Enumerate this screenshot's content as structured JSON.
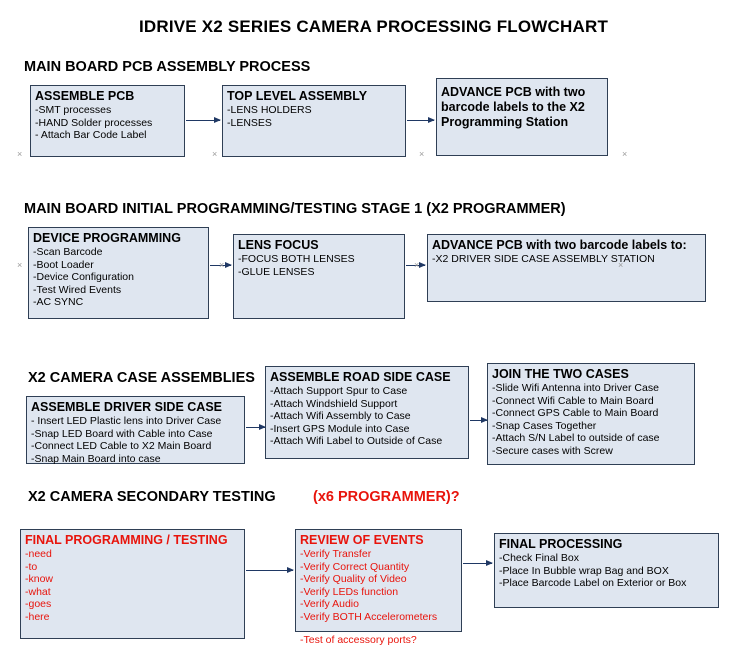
{
  "title": "IDRIVE X2  SERIES CAMERA PROCESSING FLOWCHART",
  "sections": [
    {
      "heading": "MAIN BOARD PCB ASSEMBLY PROCESS",
      "boxes": [
        {
          "title": "ASSEMBLE PCB",
          "items": [
            "-SMT processes",
            "-HAND Solder processes",
            "- Attach Bar Code Label"
          ]
        },
        {
          "title": "TOP LEVEL ASSEMBLY",
          "items": [
            "-LENS HOLDERS",
            "-LENSES"
          ]
        },
        {
          "title": "ADVANCE PCB with two barcode labels to the X2 Programming Station",
          "items": []
        }
      ]
    },
    {
      "heading": "MAIN BOARD INITIAL PROGRAMMING/TESTING STAGE 1 (X2 PROGRAMMER)",
      "boxes": [
        {
          "title": "DEVICE PROGRAMMING",
          "items": [
            "-Scan Barcode",
            "-Boot Loader",
            "-Device Configuration",
            "-Test Wired Events",
            "-AC SYNC"
          ]
        },
        {
          "title": "LENS FOCUS",
          "items": [
            "-FOCUS BOTH LENSES",
            "-GLUE LENSES"
          ]
        },
        {
          "title": "ADVANCE PCB with two barcode labels to:",
          "items": [
            "-X2 DRIVER  SIDE  CASE  ASSEMBLY STATION"
          ]
        }
      ]
    },
    {
      "heading": "X2 CAMERA CASE ASSEMBLIES",
      "boxes": [
        {
          "title": "ASSEMBLE DRIVER SIDE CASE",
          "items": [
            "- Insert LED Plastic lens into Driver Case",
            "-Snap LED Board with Cable into Case",
            "-Connect LED Cable to X2 Main Board",
            "-Snap Main Board into case"
          ]
        },
        {
          "title": "ASSEMBLE ROAD SIDE CASE",
          "items": [
            "-Attach Support Spur to Case",
            "-Attach Windshield Support",
            "-Attach Wifi Assembly to Case",
            "-Insert GPS Module into Case",
            "-Attach Wifi Label to Outside of Case"
          ]
        },
        {
          "title": "JOIN THE TWO CASES",
          "items": [
            "-Slide Wifi Antenna into Driver Case",
            "-Connect Wifi Cable to Main Board",
            "-Connect GPS Cable to Main Board",
            "-Snap Cases Together",
            "-Attach S/N Label to outside of case",
            "-Secure cases with Screw"
          ]
        }
      ]
    },
    {
      "heading": "X2 CAMERA SECONDARY TESTING",
      "heading_red": "(x6 PROGRAMMER)?",
      "boxes": [
        {
          "title": "FINAL PROGRAMMING / TESTING",
          "items": [
            "-need",
            "-to",
            "-know",
            "-what",
            "-goes",
            "-here"
          ],
          "color": "red"
        },
        {
          "title": "REVIEW OF EVENTS",
          "items": [
            "-Verify Transfer",
            "-Verify Correct Quantity",
            "-Verify Quality of Video",
            "-Verify LEDs function",
            "-Verify Audio",
            "-Verify BOTH Accelerometers",
            "-Test of accessory ports?"
          ],
          "color": "red"
        },
        {
          "title": "FINAL PROCESSING",
          "items": [
            "-Check Final Box",
            "-Place In Bubble wrap Bag and BOX",
            "-Place Barcode Label on Exterior or Box"
          ],
          "color": "black"
        }
      ]
    }
  ],
  "colors": {
    "box_fill": "#dfe6f0",
    "box_border": "#2f3f55",
    "arrow": "#1f3864",
    "accent_red": "#e8140c"
  }
}
